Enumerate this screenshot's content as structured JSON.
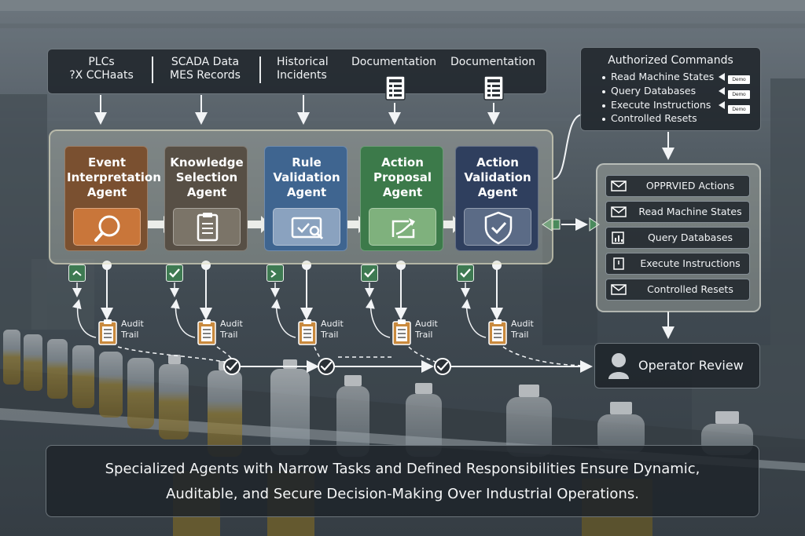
{
  "sources": {
    "items": [
      {
        "line1": "PLCs",
        "line2": "?X CCHaats"
      },
      {
        "line1": "SCADA Data",
        "line2": "MES Records"
      },
      {
        "line1": "Historical",
        "line2": "Incidents"
      },
      {
        "line1": "Documentation",
        "line2": ""
      },
      {
        "line1": "Documentation",
        "line2": ""
      }
    ]
  },
  "agents": [
    {
      "title": "Event Interpretation Agent",
      "color": "#7a5030",
      "icon": "magnifier-icon"
    },
    {
      "title": "Knowledge Selection Agent",
      "color": "#574f45",
      "icon": "clipboard-icon"
    },
    {
      "title": "Rule Validation Agent",
      "color": "#3f6590",
      "icon": "rule-check-icon"
    },
    {
      "title": "Action Proposal Agent",
      "color": "#3c7a4a",
      "icon": "proposal-arrow-icon"
    },
    {
      "title": "Action Validation Agent",
      "color": "#2f3f5e",
      "icon": "shield-check-icon"
    }
  ],
  "authorized_commands": {
    "title": "Authorized Commands",
    "items": [
      {
        "label": "Read Machine States",
        "tag": "Demo"
      },
      {
        "label": "Query Databases",
        "tag": "Demo"
      },
      {
        "label": "Execute Instructions",
        "tag": "Demo"
      },
      {
        "label": "Controlled Resets",
        "tag": ""
      }
    ]
  },
  "actions": {
    "items": [
      {
        "label": "OPPRVIED Actions",
        "icon": "envelope-icon"
      },
      {
        "label": "Read Machine States",
        "icon": "envelope-icon"
      },
      {
        "label": "Query Databases",
        "icon": "chart-doc-icon"
      },
      {
        "label": "Execute Instructions",
        "icon": "exit-door-icon"
      },
      {
        "label": "Controlled Resets",
        "icon": "envelope-icon"
      }
    ]
  },
  "audit_label": "Audit Trail",
  "operator_review": {
    "label": "Operator Review",
    "icon": "person-icon"
  },
  "caption": {
    "line1": "Specialized Agents with Narrow Tasks and Defined Responsibilities Ensure Dynamic,",
    "line2": "Auditable, and Secure Decision-Making Over Industrial Operations."
  },
  "colors": {
    "accent_green": "#3e7a52",
    "panel_dark": "#1e242a"
  }
}
